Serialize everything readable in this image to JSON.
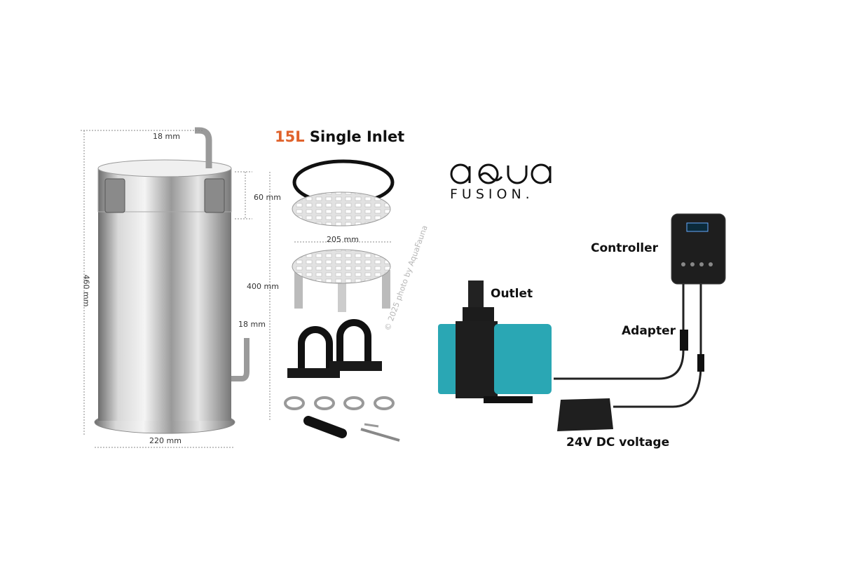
{
  "title": {
    "accent": "15L",
    "rest": "Single Inlet"
  },
  "dimensions": {
    "inlet_diameter": "18 mm",
    "lid_height": "60 mm",
    "total_height": "460 mm",
    "body_height": "400 mm",
    "outlet_diameter": "18 mm",
    "base_diameter": "220 mm",
    "plate_diameter": "205 mm"
  },
  "logo": {
    "line1": "aqua",
    "line2": "FUSION."
  },
  "labels": {
    "controller": "Controller",
    "outlet": "Outlet",
    "adapter": "Adapter",
    "voltage": "24V DC voltage"
  },
  "watermark": "© 2025 photo by AquaFauna",
  "colors": {
    "accent": "#e0622b",
    "pump_teal": "#2aa7b4"
  }
}
